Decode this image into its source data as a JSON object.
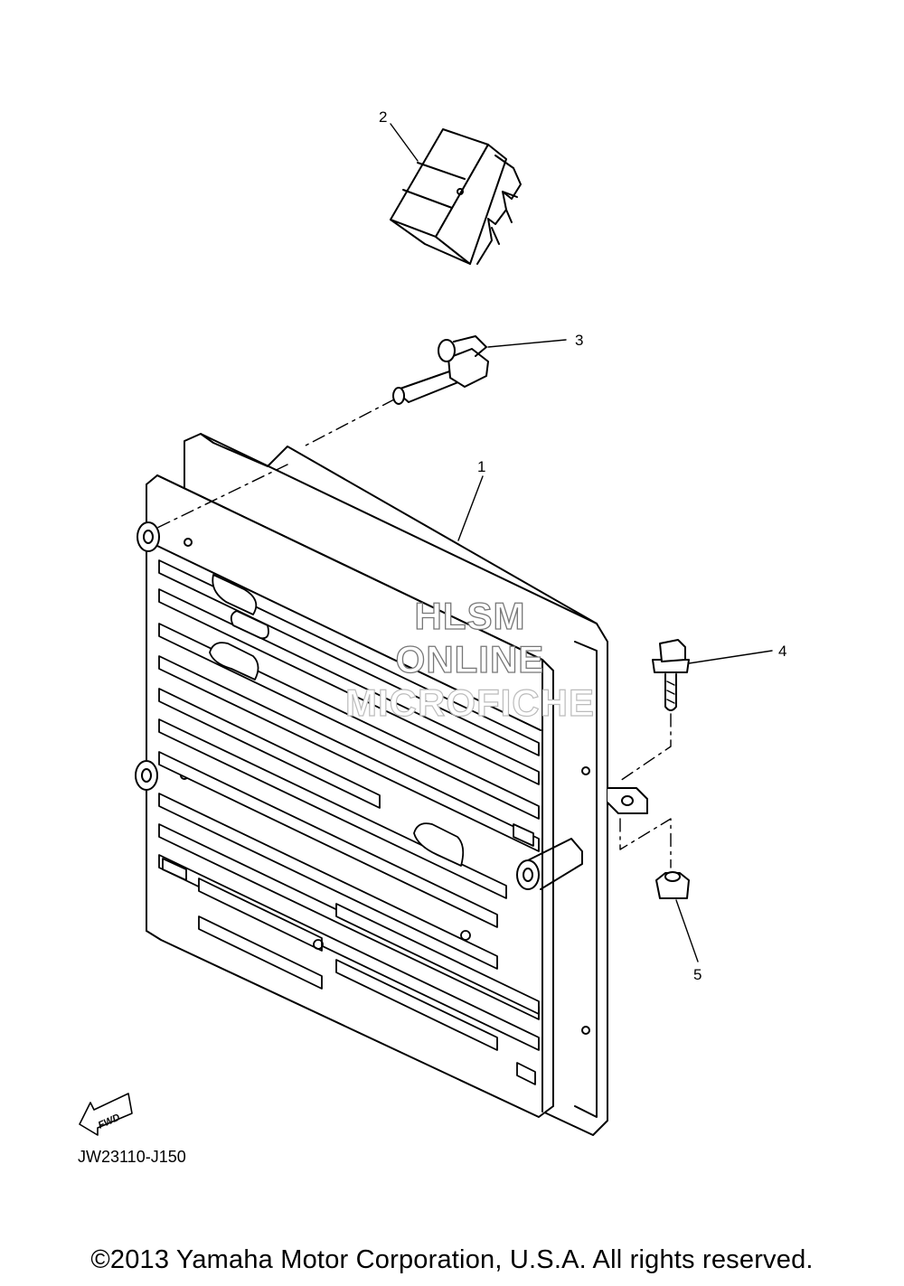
{
  "diagram": {
    "callouts": [
      "1",
      "2",
      "3",
      "4",
      "5"
    ],
    "fwd_label": "FWD",
    "drawing_code": "JW23110-J150",
    "copyright": "©2013 Yamaha Motor Corporation, U.S.A. All rights reserved.",
    "watermark": {
      "line1": "HLSM",
      "line2": "ONLINE",
      "line3": "MICROFICHE"
    },
    "colors": {
      "line": "#000000",
      "background": "#ffffff"
    }
  }
}
